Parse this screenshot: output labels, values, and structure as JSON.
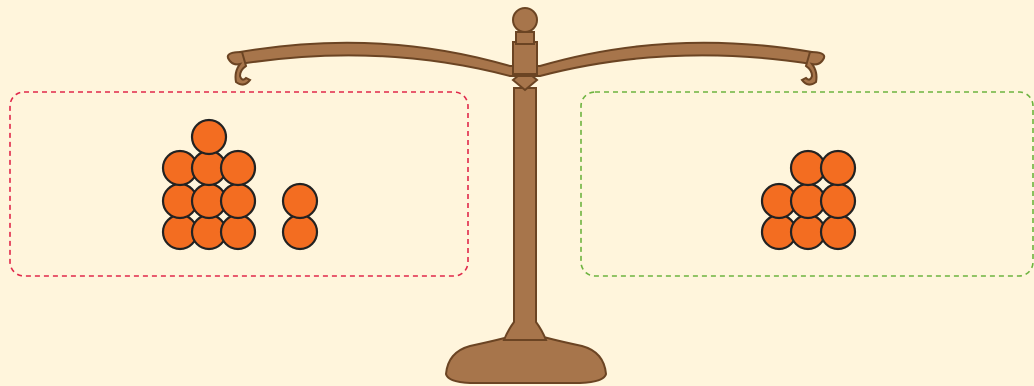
{
  "colors": {
    "background": "#fff5dc",
    "scale_fill": "#a7754b",
    "scale_stroke": "#6b4423",
    "left_pan_border": "#e0284a",
    "right_pan_border": "#6db33f",
    "counter_fill": "#f36d21",
    "counter_stroke": "#222222"
  },
  "icons": [
    "balance-scale-icon",
    "counter-icon"
  ],
  "left_pan": {
    "groups": [
      {
        "name": "ten-frame-group",
        "count": 10
      },
      {
        "name": "pair-group",
        "count": 2
      }
    ],
    "total_counters": 12
  },
  "right_pan": {
    "groups": [
      {
        "name": "counter-group",
        "count": 8
      }
    ],
    "total_counters": 8
  }
}
